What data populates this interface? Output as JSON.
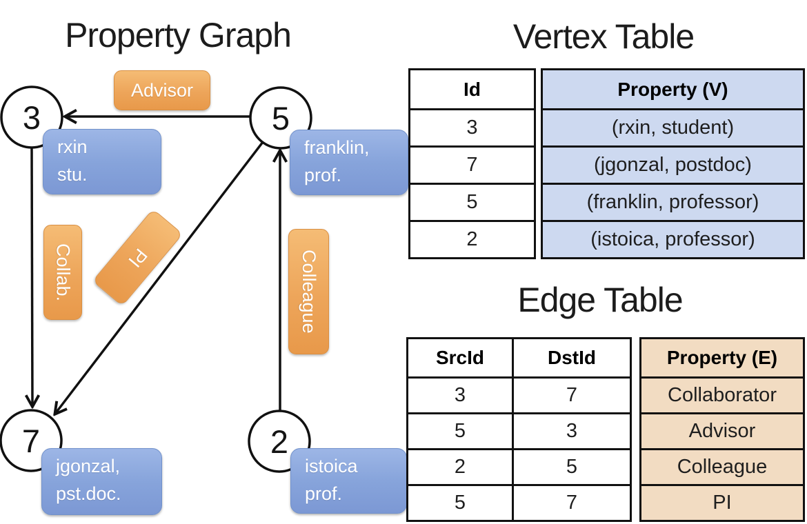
{
  "titles": {
    "graph": "Property Graph",
    "vertex_table": "Vertex Table",
    "edge_table": "Edge Table"
  },
  "colors": {
    "edge_label_orange": "#EDA55A",
    "vertex_box_blue": "#87A4DB",
    "vertex_col_fill": "#CDD9F0",
    "edge_col_fill": "#F2DCC2",
    "line_black": "#111111"
  },
  "graph": {
    "nodes": [
      {
        "id": "3"
      },
      {
        "id": "5"
      },
      {
        "id": "7"
      },
      {
        "id": "2"
      }
    ],
    "vertex_boxes": [
      {
        "line1": "rxin",
        "line2": "stu."
      },
      {
        "line1": "franklin,",
        "line2": "prof."
      },
      {
        "line1": "jgonzal,",
        "line2": "pst.doc."
      },
      {
        "line1": "istoica",
        "line2": "prof."
      }
    ],
    "edge_labels": {
      "advisor": "Advisor",
      "collab": "Collab.",
      "pi": "PI",
      "colleague": "Colleague"
    }
  },
  "vertex_table": {
    "headers": {
      "id": "Id",
      "property": "Property (V)"
    },
    "rows": [
      {
        "id": "3",
        "property": "(rxin, student)"
      },
      {
        "id": "7",
        "property": "(jgonzal, postdoc)"
      },
      {
        "id": "5",
        "property": "(franklin, professor)"
      },
      {
        "id": "2",
        "property": "(istoica, professor)"
      }
    ]
  },
  "edge_table": {
    "headers": {
      "src": "SrcId",
      "dst": "DstId",
      "property": "Property (E)"
    },
    "rows": [
      {
        "src": "3",
        "dst": "7",
        "property": "Collaborator"
      },
      {
        "src": "5",
        "dst": "3",
        "property": "Advisor"
      },
      {
        "src": "2",
        "dst": "5",
        "property": "Colleague"
      },
      {
        "src": "5",
        "dst": "7",
        "property": "PI"
      }
    ]
  }
}
